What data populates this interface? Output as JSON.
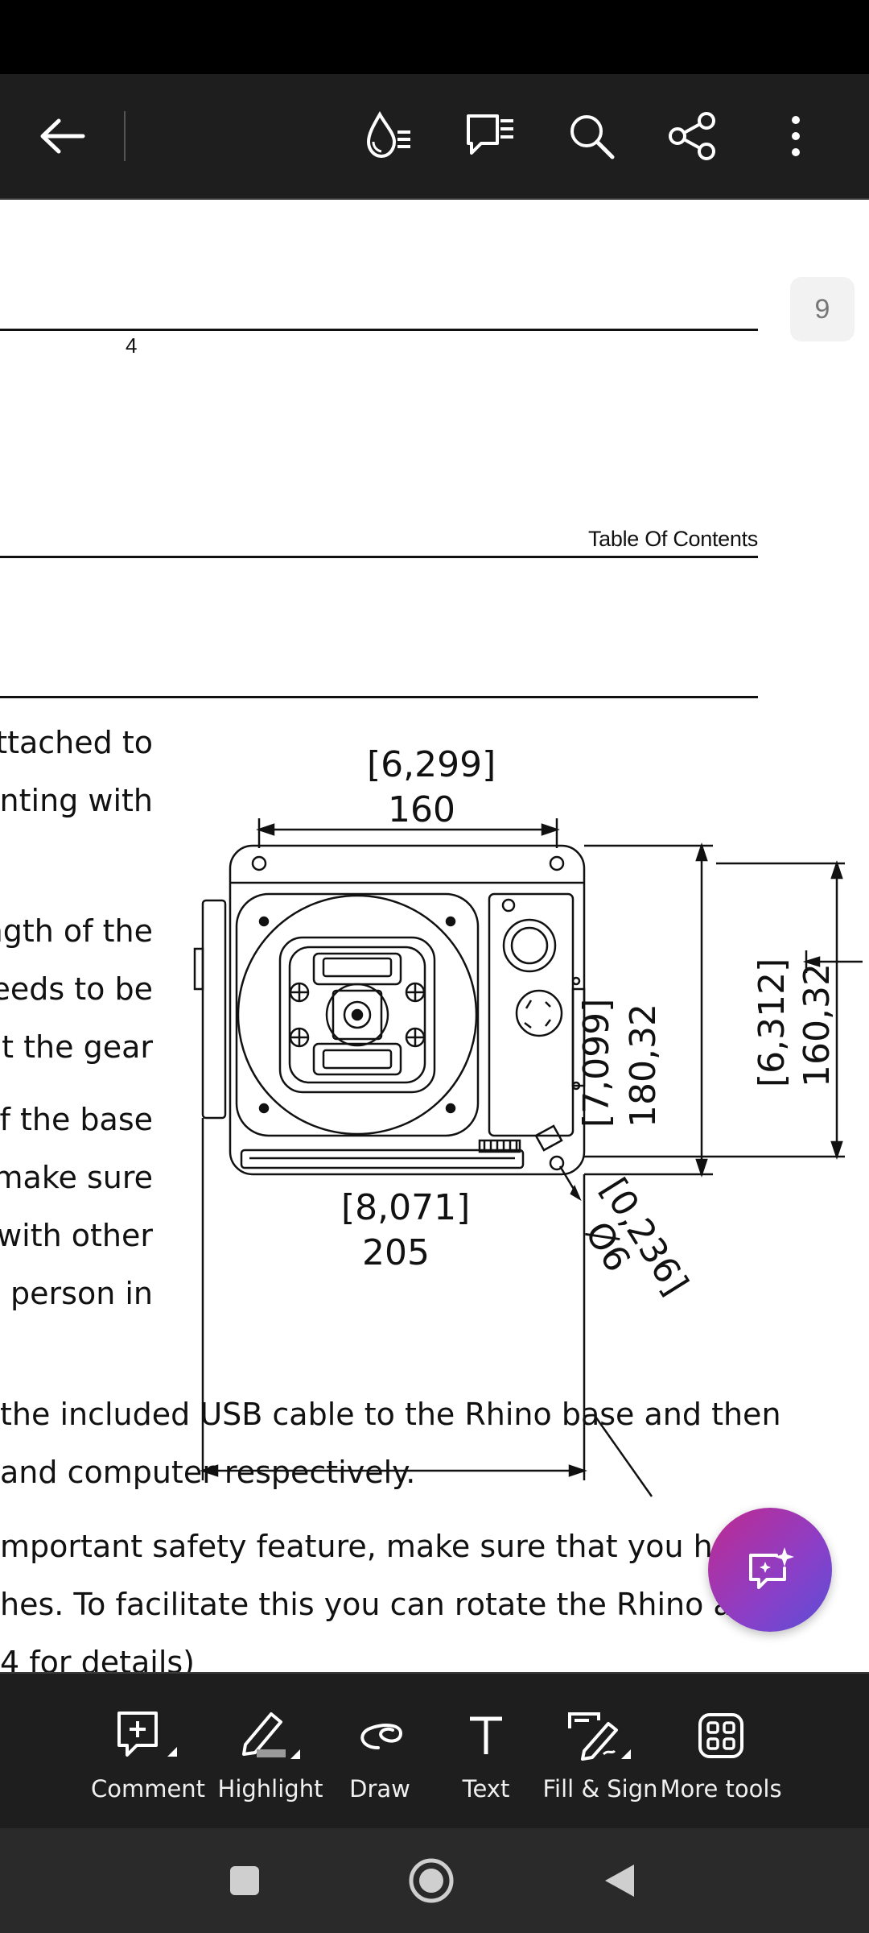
{
  "document": {
    "page_indicator": "9",
    "header_page_number": "4",
    "section_title": "Table Of Contents",
    "left_column_lines": [
      "ttached to",
      "unting with",
      "",
      "ngth of the",
      "needs to be",
      "at the gear",
      "of the base",
      "make sure",
      " with other",
      "e person in"
    ],
    "body_lines": [
      "the included USB cable to the Rhino base and then",
      "and computer respectively.",
      "mportant safety feature, make sure that you ha",
      "hes. To facilitate this you can rotate the Rhino a",
      "4 for details)"
    ],
    "drawing": {
      "top_width_in": "[6,299]",
      "top_width_mm": "160",
      "bottom_width_in": "[8,071]",
      "bottom_width_mm": "205",
      "outer_height_in": "[7,099]",
      "outer_height_mm": "180,32",
      "inner_height_in": "[6,312]",
      "inner_height_mm": "160,32",
      "hole_in": "[0,236]",
      "hole_mm": "Ø6"
    }
  },
  "toolbar_bottom": {
    "comment": "Comment",
    "highlight": "Highlight",
    "draw": "Draw",
    "text": "Text",
    "fill_sign": "Fill & Sign",
    "more_tools": "More tools"
  },
  "icons": {
    "top_bar": [
      "back-arrow-icon",
      "liquid-mode-icon",
      "comments-list-icon",
      "search-icon",
      "share-icon",
      "more-vert-icon"
    ],
    "fab": "ai-assistant-icon",
    "nav": [
      "recents-square-icon",
      "home-circle-icon",
      "back-triangle-icon"
    ]
  },
  "colors": {
    "toolbar_bg": "#1e1e1e",
    "fab_gradient_start": "#c02a8f",
    "fab_gradient_end": "#5b4fd6"
  }
}
